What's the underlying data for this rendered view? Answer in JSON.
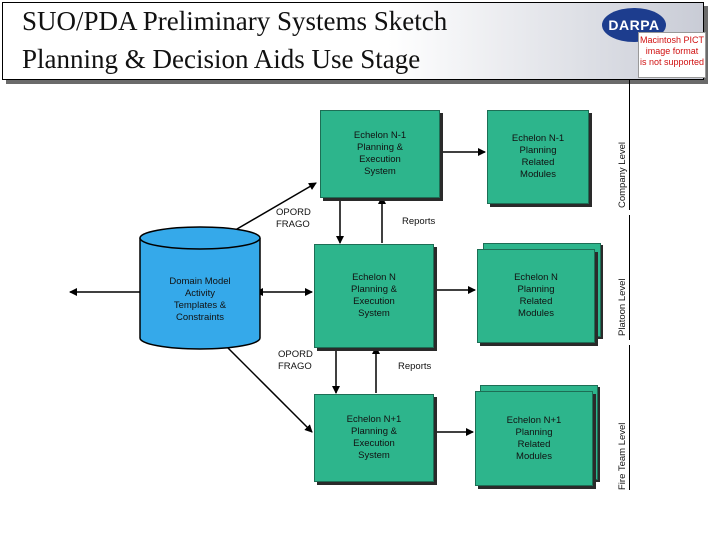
{
  "title": {
    "line1": "SUO/PDA Preliminary Systems Sketch",
    "line2": "Planning & Decision Aids Use Stage"
  },
  "logo": {
    "text": "DARPA",
    "pict_notice": "Macintosh PICT\nimage format\nis not supported"
  },
  "levels": {
    "company": "Company Level",
    "platoon": "Platoon Level",
    "fire_team": "Fire Team Level"
  },
  "database": {
    "label": "Domain Model\nActivity\nTemplates &\nConstraints"
  },
  "systems": {
    "n_minus_1": "Echelon N-1\nPlanning &\nExecution\nSystem",
    "n": "Echelon N\nPlanning &\nExecution\nSystem",
    "n_plus_1": "Echelon N+1\nPlanning &\nExecution\nSystem"
  },
  "modules": {
    "n_minus_1": "Echelon N-1\nPlanning\nRelated\nModules",
    "n": "Echelon N\nPlanning\nRelated\nModules",
    "n_plus_1": "Echelon N+1\nPlanning\nRelated\nModules"
  },
  "flows": {
    "opord_frago_1": "OPORD\nFRAGO",
    "reports_1": "Reports",
    "opord_frago_2": "OPORD\nFRAGO",
    "reports_2": "Reports"
  },
  "colors": {
    "box_fill": "#2db58c",
    "database_fill": "#35a9ea",
    "logo_blue": "#1d3d8e"
  }
}
